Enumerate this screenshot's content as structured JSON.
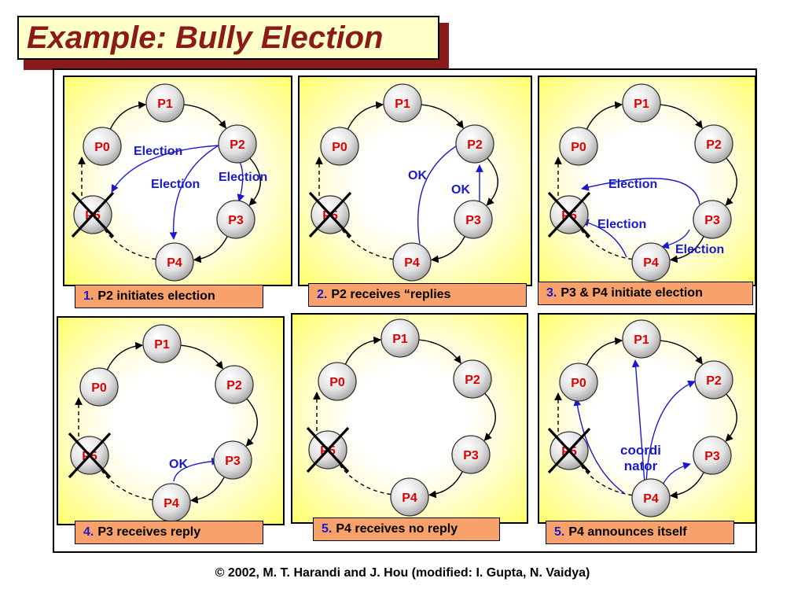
{
  "title": "Example: Bully Election",
  "footer": "© 2002, M. T. Harandi and J. Hou (modified: I. Gupta, N. Vaidya)",
  "colors": {
    "title_text": "#8b1a1a",
    "title_bg": "#ffffc8",
    "caption_bg": "#f9a16b",
    "caption_number": "#1a1acc",
    "message_arrow": "#1a1acc",
    "node_label": "#dd0000",
    "panel_fill": "#ffff7a"
  },
  "nodes": [
    "P0",
    "P1",
    "P2",
    "P3",
    "P4",
    "P5"
  ],
  "panels": [
    {
      "caption_number": "1.",
      "caption_text": "P2 initiates election",
      "crashed": "P5",
      "messages": [
        {
          "from": "P2",
          "to": "P5",
          "label": "Election"
        },
        {
          "from": "P2",
          "to": "P4",
          "label": "Election"
        },
        {
          "from": "P2",
          "to": "P3",
          "label": "Election"
        }
      ]
    },
    {
      "caption_number": "2.",
      "caption_text": "P2 receives “replies",
      "crashed": "P5",
      "messages": [
        {
          "from": "P4",
          "to": "P2",
          "label": "OK"
        },
        {
          "from": "P3",
          "to": "P2",
          "label": "OK"
        }
      ]
    },
    {
      "caption_number": "3.",
      "caption_text": "P3 & P4 initiate election",
      "crashed": "P5",
      "messages": [
        {
          "from": "P3",
          "to": "P5",
          "label": "Election"
        },
        {
          "from": "P4",
          "to": "P5",
          "label": "Election"
        },
        {
          "from": "P3",
          "to": "P4",
          "label": "Election"
        }
      ]
    },
    {
      "caption_number": "4.",
      "caption_text": "P3 receives reply",
      "crashed": "P5",
      "messages": [
        {
          "from": "P4",
          "to": "P3",
          "label": "OK"
        }
      ]
    },
    {
      "caption_number": "5.",
      "caption_text": "P4 receives no reply",
      "crashed": "P5",
      "messages": []
    },
    {
      "caption_number": "5.",
      "caption_text": "P4 announces itself",
      "crashed": "P5",
      "messages": [
        {
          "from": "P4",
          "to": "P0",
          "label": ""
        },
        {
          "from": "P4",
          "to": "P1",
          "label": ""
        },
        {
          "from": "P4",
          "to": "P2",
          "label": ""
        },
        {
          "from": "P4",
          "to": "P3",
          "label": ""
        }
      ],
      "announce_label": [
        "coordi",
        "nator"
      ]
    }
  ]
}
